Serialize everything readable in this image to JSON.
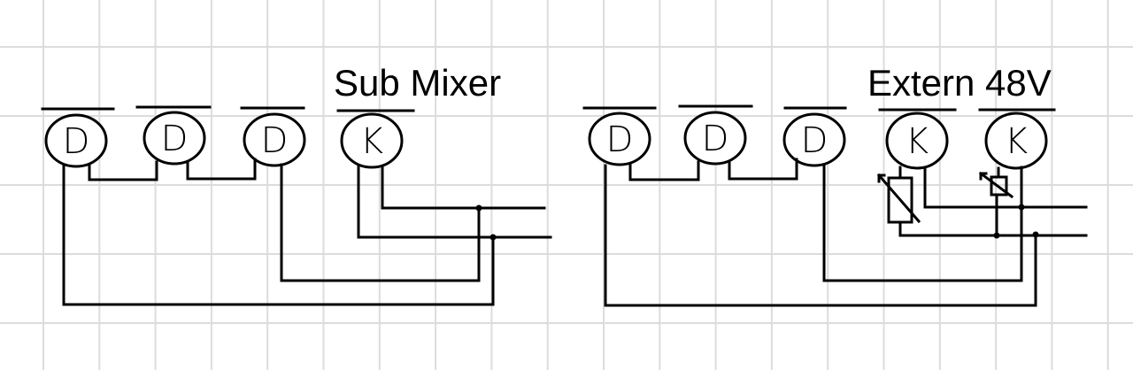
{
  "diagram": {
    "left": {
      "title": "Sub Mixer",
      "components": [
        "D",
        "D",
        "D",
        "K"
      ]
    },
    "right": {
      "title": "Extern 48V",
      "components": [
        "D",
        "D",
        "D",
        "K",
        "K"
      ]
    }
  },
  "colors": {
    "grid": "#dcdcdc",
    "ink": "#000000",
    "background": "#ffffff"
  }
}
